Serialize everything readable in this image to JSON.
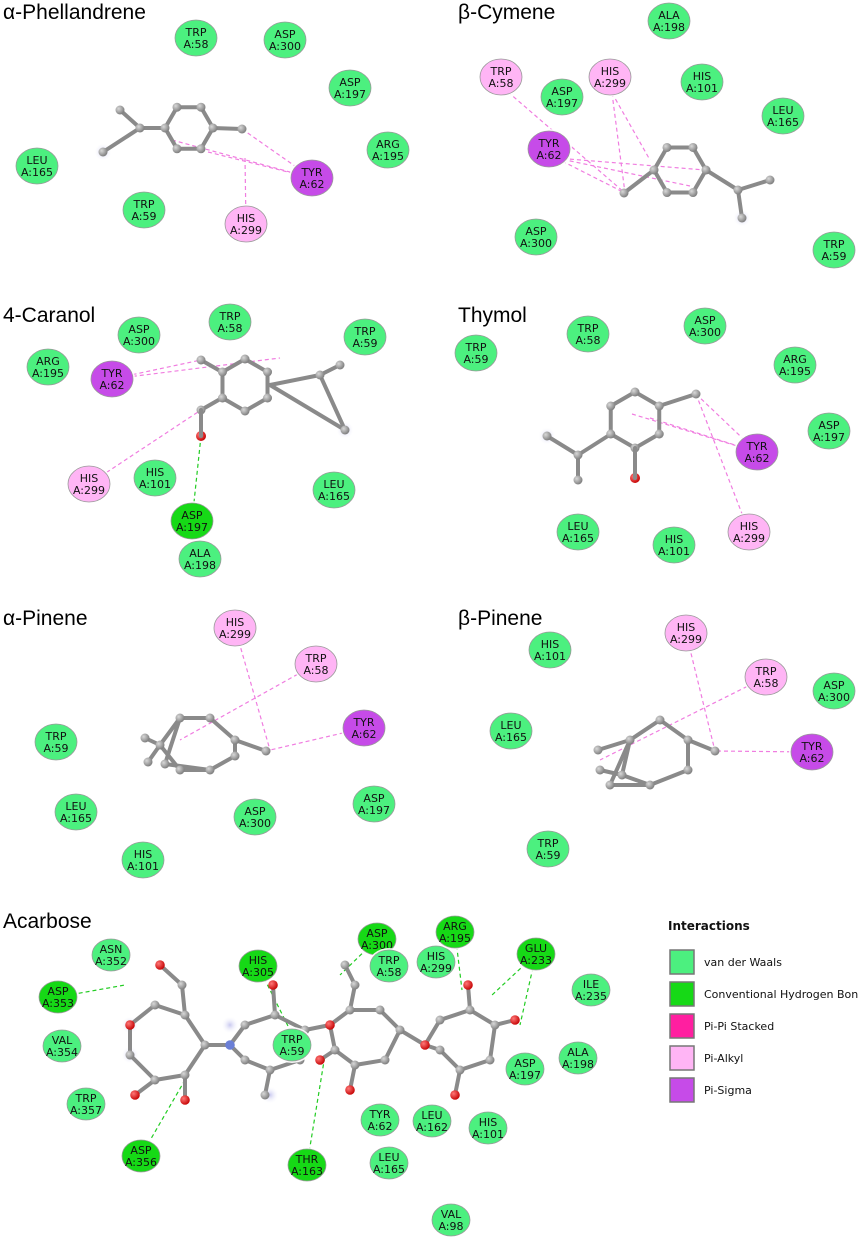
{
  "colors": {
    "van_der_waals": "#4cf07f",
    "conventional_hydrogen_bond": "#16d916",
    "pi_pi_stacked": "#ff1fa0",
    "pi_alkyl": "#ffb5f5",
    "pi_sigma": "#c64be8",
    "atom_carbon": "#8e8e8e",
    "atom_oxygen": "#dd1111",
    "atom_nitrogen": "#6b7fd6",
    "hydrogen_line": "#22cc22",
    "pi_line": "#f07de0"
  },
  "panels": [
    {
      "title": "α-Phellandrene",
      "residues": [
        {
          "name": "TRP",
          "id": "A:58",
          "type": "van_der_waals"
        },
        {
          "name": "ASP",
          "id": "A:300",
          "type": "van_der_waals"
        },
        {
          "name": "ASP",
          "id": "A:197",
          "type": "van_der_waals"
        },
        {
          "name": "ARG",
          "id": "A:195",
          "type": "van_der_waals"
        },
        {
          "name": "LEU",
          "id": "A:165",
          "type": "van_der_waals"
        },
        {
          "name": "TYR",
          "id": "A:62",
          "type": "pi_sigma"
        },
        {
          "name": "TRP",
          "id": "A:59",
          "type": "van_der_waals"
        },
        {
          "name": "HIS",
          "id": "A:299",
          "type": "pi_alkyl"
        }
      ]
    },
    {
      "title": "β-Cymene",
      "residues": [
        {
          "name": "ALA",
          "id": "A:198",
          "type": "van_der_waals"
        },
        {
          "name": "TRP",
          "id": "A:58",
          "type": "pi_alkyl"
        },
        {
          "name": "HIS",
          "id": "A:299",
          "type": "pi_alkyl"
        },
        {
          "name": "HIS",
          "id": "A:101",
          "type": "van_der_waals"
        },
        {
          "name": "ASP",
          "id": "A:197",
          "type": "van_der_waals"
        },
        {
          "name": "LEU",
          "id": "A:165",
          "type": "van_der_waals"
        },
        {
          "name": "TYR",
          "id": "A:62",
          "type": "pi_sigma"
        },
        {
          "name": "ASP",
          "id": "A:300",
          "type": "van_der_waals"
        },
        {
          "name": "TRP",
          "id": "A:59",
          "type": "van_der_waals"
        }
      ]
    },
    {
      "title": "4-Caranol",
      "residues": [
        {
          "name": "ASP",
          "id": "A:300",
          "type": "van_der_waals"
        },
        {
          "name": "TRP",
          "id": "A:58",
          "type": "van_der_waals"
        },
        {
          "name": "TRP",
          "id": "A:59",
          "type": "van_der_waals"
        },
        {
          "name": "ARG",
          "id": "A:195",
          "type": "van_der_waals"
        },
        {
          "name": "TYR",
          "id": "A:62",
          "type": "pi_sigma"
        },
        {
          "name": "HIS",
          "id": "A:299",
          "type": "pi_alkyl"
        },
        {
          "name": "HIS",
          "id": "A:101",
          "type": "van_der_waals"
        },
        {
          "name": "LEU",
          "id": "A:165",
          "type": "van_der_waals"
        },
        {
          "name": "ASP",
          "id": "A:197",
          "type": "conventional_hydrogen_bond"
        },
        {
          "name": "ALA",
          "id": "A:198",
          "type": "van_der_waals"
        }
      ]
    },
    {
      "title": "Thymol",
      "residues": [
        {
          "name": "TRP",
          "id": "A:58",
          "type": "van_der_waals"
        },
        {
          "name": "ASP",
          "id": "A:300",
          "type": "van_der_waals"
        },
        {
          "name": "ARG",
          "id": "A:195",
          "type": "van_der_waals"
        },
        {
          "name": "TRP",
          "id": "A:59",
          "type": "van_der_waals"
        },
        {
          "name": "ASP",
          "id": "A:197",
          "type": "van_der_waals"
        },
        {
          "name": "TYR",
          "id": "A:62",
          "type": "pi_sigma"
        },
        {
          "name": "LEU",
          "id": "A:165",
          "type": "van_der_waals"
        },
        {
          "name": "HIS",
          "id": "A:101",
          "type": "van_der_waals"
        },
        {
          "name": "HIS",
          "id": "A:299",
          "type": "pi_alkyl"
        }
      ]
    },
    {
      "title": "α-Pinene",
      "residues": [
        {
          "name": "HIS",
          "id": "A:299",
          "type": "pi_alkyl"
        },
        {
          "name": "TRP",
          "id": "A:58",
          "type": "pi_alkyl"
        },
        {
          "name": "TYR",
          "id": "A:62",
          "type": "pi_sigma"
        },
        {
          "name": "TRP",
          "id": "A:59",
          "type": "van_der_waals"
        },
        {
          "name": "LEU",
          "id": "A:165",
          "type": "van_der_waals"
        },
        {
          "name": "ASP",
          "id": "A:300",
          "type": "van_der_waals"
        },
        {
          "name": "ASP",
          "id": "A:197",
          "type": "van_der_waals"
        },
        {
          "name": "HIS",
          "id": "A:101",
          "type": "van_der_waals"
        }
      ]
    },
    {
      "title": "β-Pinene",
      "residues": [
        {
          "name": "HIS",
          "id": "A:299",
          "type": "pi_alkyl"
        },
        {
          "name": "HIS",
          "id": "A:101",
          "type": "van_der_waals"
        },
        {
          "name": "TRP",
          "id": "A:58",
          "type": "pi_alkyl"
        },
        {
          "name": "ASP",
          "id": "A:300",
          "type": "van_der_waals"
        },
        {
          "name": "LEU",
          "id": "A:165",
          "type": "van_der_waals"
        },
        {
          "name": "TYR",
          "id": "A:62",
          "type": "pi_sigma"
        },
        {
          "name": "TRP",
          "id": "A:59",
          "type": "van_der_waals"
        }
      ]
    },
    {
      "title": "Acarbose",
      "residues": [
        {
          "name": "ASN",
          "id": "A:352",
          "type": "van_der_waals"
        },
        {
          "name": "HIS",
          "id": "A:305",
          "type": "conventional_hydrogen_bond"
        },
        {
          "name": "ASP",
          "id": "A:300",
          "type": "conventional_hydrogen_bond"
        },
        {
          "name": "TRP",
          "id": "A:58",
          "type": "van_der_waals"
        },
        {
          "name": "HIS",
          "id": "A:299",
          "type": "van_der_waals"
        },
        {
          "name": "ARG",
          "id": "A:195",
          "type": "conventional_hydrogen_bond"
        },
        {
          "name": "GLU",
          "id": "A:233",
          "type": "conventional_hydrogen_bond"
        },
        {
          "name": "ILE",
          "id": "A:235",
          "type": "van_der_waals"
        },
        {
          "name": "ASP",
          "id": "A:353",
          "type": "conventional_hydrogen_bond"
        },
        {
          "name": "VAL",
          "id": "A:354",
          "type": "van_der_waals"
        },
        {
          "name": "ALA",
          "id": "A:198",
          "type": "van_der_waals"
        },
        {
          "name": "TRP",
          "id": "A:59",
          "type": "van_der_waals"
        },
        {
          "name": "ASP",
          "id": "A:197",
          "type": "van_der_waals"
        },
        {
          "name": "TRP",
          "id": "A:357",
          "type": "van_der_waals"
        },
        {
          "name": "ASP",
          "id": "A:356",
          "type": "conventional_hydrogen_bond"
        },
        {
          "name": "THR",
          "id": "A:163",
          "type": "conventional_hydrogen_bond"
        },
        {
          "name": "TYR",
          "id": "A:62",
          "type": "van_der_waals"
        },
        {
          "name": "LEU",
          "id": "A:162",
          "type": "van_der_waals"
        },
        {
          "name": "HIS",
          "id": "A:101",
          "type": "van_der_waals"
        },
        {
          "name": "LEU",
          "id": "A:165",
          "type": "van_der_waals"
        },
        {
          "name": "VAL",
          "id": "A:98",
          "type": "van_der_waals"
        }
      ]
    }
  ],
  "legend": {
    "title": "Interactions",
    "items": [
      {
        "label": "van der Waals",
        "type": "van_der_waals"
      },
      {
        "label": "Conventional Hydrogen Bond",
        "type": "conventional_hydrogen_bond"
      },
      {
        "label": "Pi-Pi Stacked",
        "type": "pi_pi_stacked"
      },
      {
        "label": "Pi-Alkyl",
        "type": "pi_alkyl"
      },
      {
        "label": "Pi-Sigma",
        "type": "pi_sigma"
      }
    ]
  }
}
